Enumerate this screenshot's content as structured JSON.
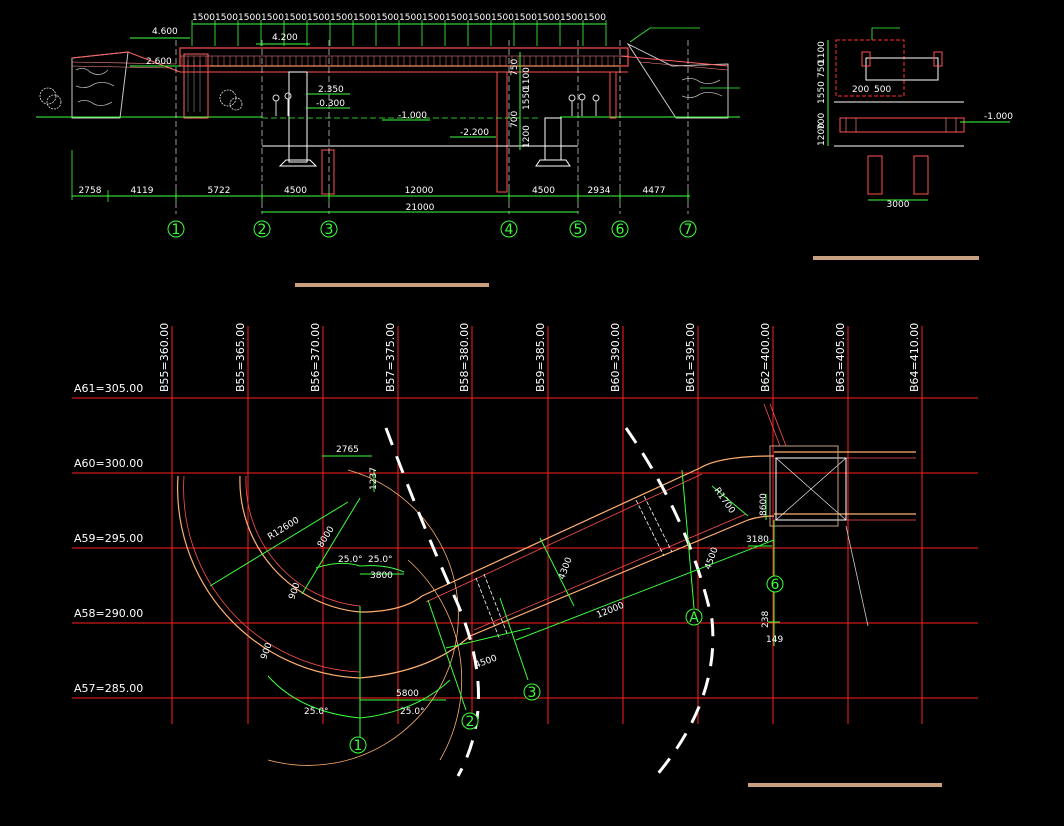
{
  "colors": {
    "background": "#000000",
    "grid": "#ff2020",
    "dimension": "#3cff3c",
    "bridge": "#ffb070",
    "structure": "#ff5050",
    "text": "#ffffff",
    "title_bar": "#c8a080",
    "white_dash": "#ffffff",
    "cyan": "#40e0e0"
  },
  "elevation": {
    "top_spans": [
      "1500",
      "1500",
      "1500",
      "1500",
      "1500",
      "1500",
      "1500",
      "1500",
      "1500",
      "1500",
      "1500",
      "1500",
      "1500",
      "1500",
      "1500",
      "1500",
      "1500",
      "1500"
    ],
    "levels": {
      "l1": "4.600",
      "l2": "2.600",
      "l3": "4.200",
      "l4": "2.350",
      "l5": "-0.300",
      "l6": "-1.000",
      "l7": "-2.200"
    },
    "vert_dims": [
      "750",
      "1100",
      "1550",
      "700",
      "1200"
    ],
    "bottom_dims": [
      "2758",
      "4119",
      "5722",
      "4500",
      "12000",
      "4500",
      "2934",
      "4477"
    ],
    "total_dim": "21000",
    "axes": [
      "1",
      "2",
      "3",
      "4",
      "5",
      "6",
      "7"
    ]
  },
  "section": {
    "level": "-1.000",
    "vert_dims": [
      "750",
      "1100",
      "1550",
      "700",
      "1200"
    ],
    "width_dims": [
      "200",
      "500"
    ],
    "bottom_dim": "3000"
  },
  "plan": {
    "col_labels": [
      "B55=360.00",
      "B55=365.00",
      "B56=370.00",
      "B57=375.00",
      "B58=380.00",
      "B59=385.00",
      "B60=390.00",
      "B61=395.00",
      "B62=400.00",
      "B63=405.00",
      "B64=410.00"
    ],
    "row_labels": [
      "A61=305.00",
      "A60=300.00",
      "A59=295.00",
      "A58=290.00",
      "A57=285.00"
    ],
    "dims": {
      "d2765": "2765",
      "d1237": "1237",
      "r12600": "R12600",
      "d8000": "8000",
      "a25a": "25.0°",
      "a25b": "25.0°",
      "d3800": "3800",
      "d900a": "900",
      "d900b": "900",
      "d5800": "5800",
      "a25c": "25.0°",
      "a25d": "25.0°",
      "d4500": "4500",
      "d12000": "12000",
      "d4300": "4300",
      "d4500b": "4500",
      "r1700": "R1700",
      "d8600": "8600",
      "d3180": "3180",
      "d238": "238",
      "d149": "149"
    },
    "axis_marks": [
      "1",
      "2",
      "3",
      "A",
      "6"
    ]
  }
}
